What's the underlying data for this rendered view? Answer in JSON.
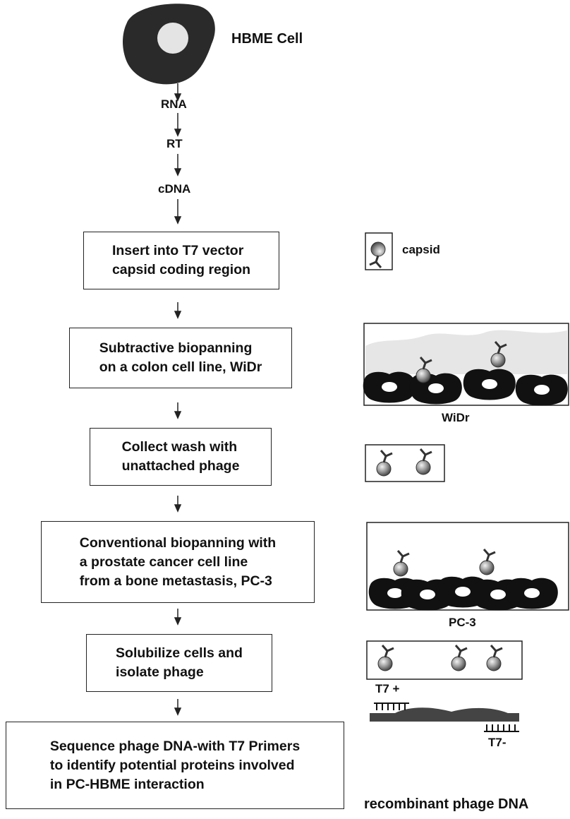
{
  "cell_label": "HBME Cell",
  "steps_top": [
    "RNA",
    "RT",
    "cDNA"
  ],
  "boxes": [
    {
      "lines": [
        "Insert into T7 vector",
        "capsid coding region"
      ]
    },
    {
      "lines": [
        "Subtractive biopanning",
        "on a colon cell line, WiDr"
      ]
    },
    {
      "lines": [
        "Collect wash with",
        "unattached phage"
      ]
    },
    {
      "lines": [
        "Conventional biopanning with",
        "a prostate  cancer cell line",
        "from a bone metastasis, PC-3"
      ]
    },
    {
      "lines": [
        "Solubilize cells and",
        "isolate phage"
      ]
    },
    {
      "lines": [
        "Sequence phage DNA-with T7 Primers",
        "to identify potential proteins involved",
        "in PC-HBME interaction"
      ]
    }
  ],
  "side": {
    "capsid_label": "capsid",
    "widr_label": "WiDr",
    "pc3_label": "PC-3",
    "t7_plus": "T7 +",
    "t7_minus": "T7-",
    "dna_label": "recombinant phage DNA"
  }
}
